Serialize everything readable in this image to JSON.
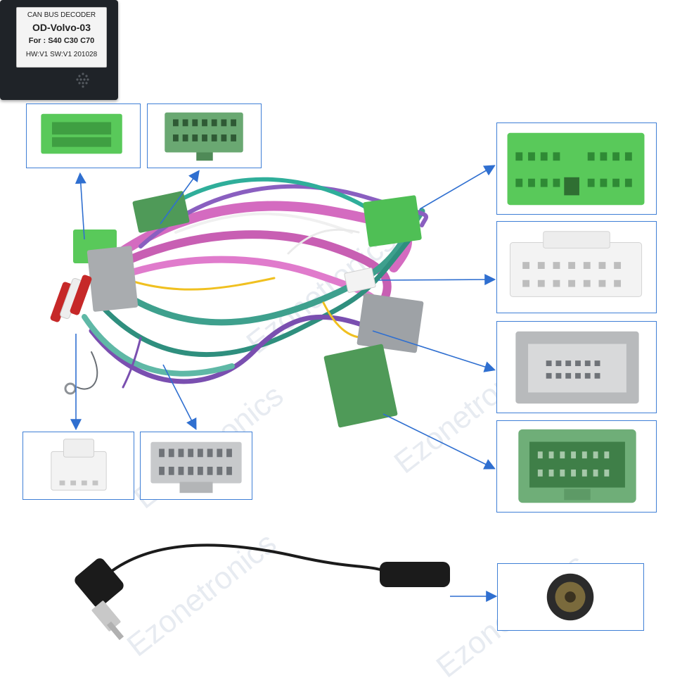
{
  "decoder_label": {
    "line1": "CAN BUS DECODER",
    "line2": "OD-Volvo-03",
    "line3": "For  : S40 C30 C70",
    "line4": "HW:V1  SW:V1 201028"
  },
  "watermark": "Ezonetronics",
  "colors": {
    "frame_border": "#3f7fd6",
    "arrow": "#2f6fd0",
    "green_connector": "#59c95a",
    "dark_green_connector": "#4f9a58",
    "white_connector": "#f3f3f3",
    "gray_connector": "#b8babc",
    "wire_pink": "#d46bc0",
    "wire_teal": "#3ea08d",
    "wire_purple": "#7a4fb0"
  }
}
